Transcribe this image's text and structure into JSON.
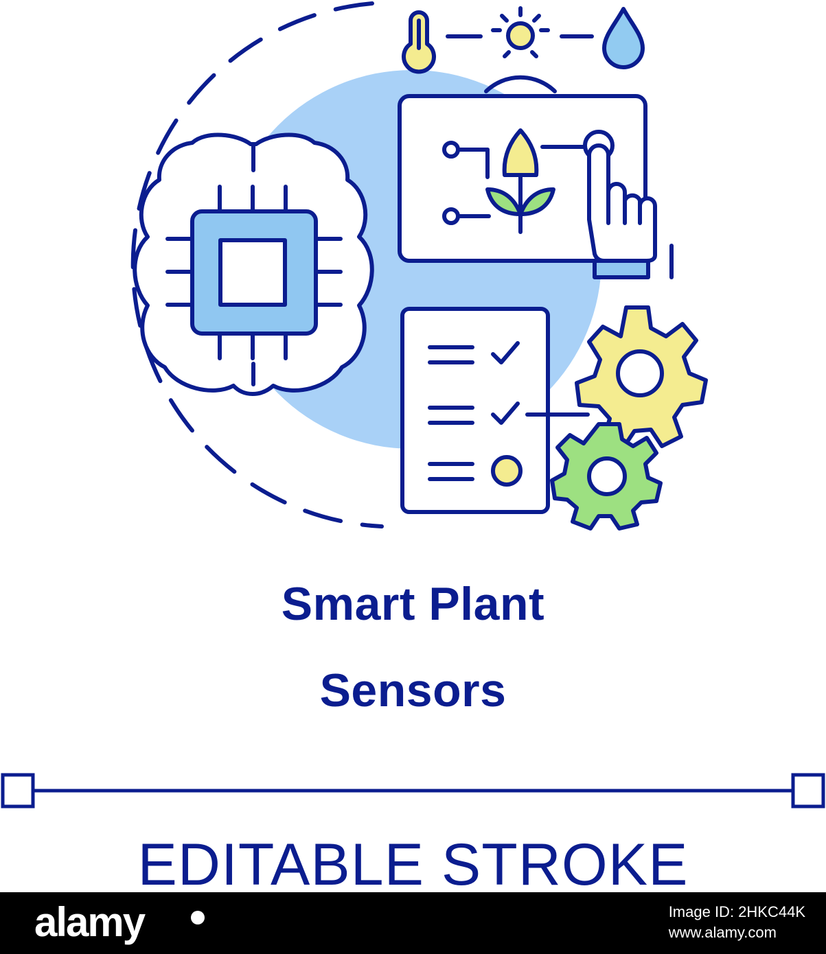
{
  "title": {
    "line1": "Smart Plant",
    "line2": "Sensors"
  },
  "footer_label": "EDITABLE STROKE",
  "banner": {
    "logo_text": "alamy",
    "image_id_label": "Image ID: 2HKC44K",
    "url": "www.alamy.com"
  },
  "watermark_text": "alamy",
  "colors": {
    "stroke": "#0b1d8f",
    "light_blue": "#a9d1f7",
    "chip_blue": "#90c7f1",
    "yellow": "#f4ec90",
    "green": "#9de081",
    "drop_blue": "#92cbf1",
    "banner": "#000000"
  },
  "icons": [
    "brain-icon",
    "microchip-icon",
    "thermometer-icon",
    "sun-icon",
    "water-drop-icon",
    "tablet-icon",
    "wireless-signal-icon",
    "plant-icon",
    "pointing-hand-icon",
    "checklist-icon",
    "gear-icon"
  ]
}
